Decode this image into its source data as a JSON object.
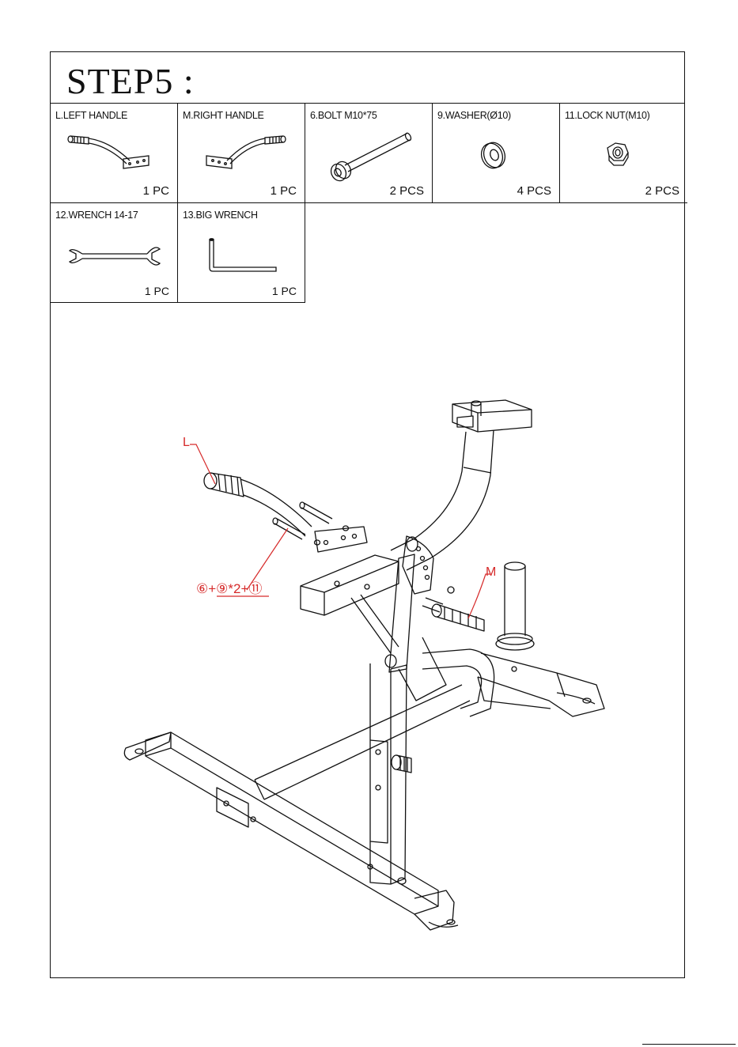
{
  "step_title": "STEP5 :",
  "parts": [
    {
      "name": "L.LEFT HANDLE",
      "qty": "1 PC",
      "icon": "left-handle-icon"
    },
    {
      "name": "M.RIGHT HANDLE",
      "qty": "1 PC",
      "icon": "right-handle-icon"
    },
    {
      "name": "6.BOLT M10*75",
      "qty": "2 PCS",
      "icon": "bolt-icon"
    },
    {
      "name": "9.WASHER(Ø10)",
      "qty": "4 PCS",
      "icon": "washer-icon"
    },
    {
      "name": "11.LOCK NUT(M10)",
      "qty": "2 PCS",
      "icon": "lock-nut-icon"
    },
    {
      "name": "12.WRENCH 14-17",
      "qty": "1 PC",
      "icon": "wrench-icon"
    },
    {
      "name": "13.BIG WRENCH",
      "qty": "1 PC",
      "icon": "allen-key-icon"
    }
  ],
  "callouts": {
    "left_handle": "L",
    "right_handle": "M",
    "hardware": "⑥+⑨*2+⑪"
  },
  "colors": {
    "line": "#111111",
    "callout": "#d62a2a"
  }
}
